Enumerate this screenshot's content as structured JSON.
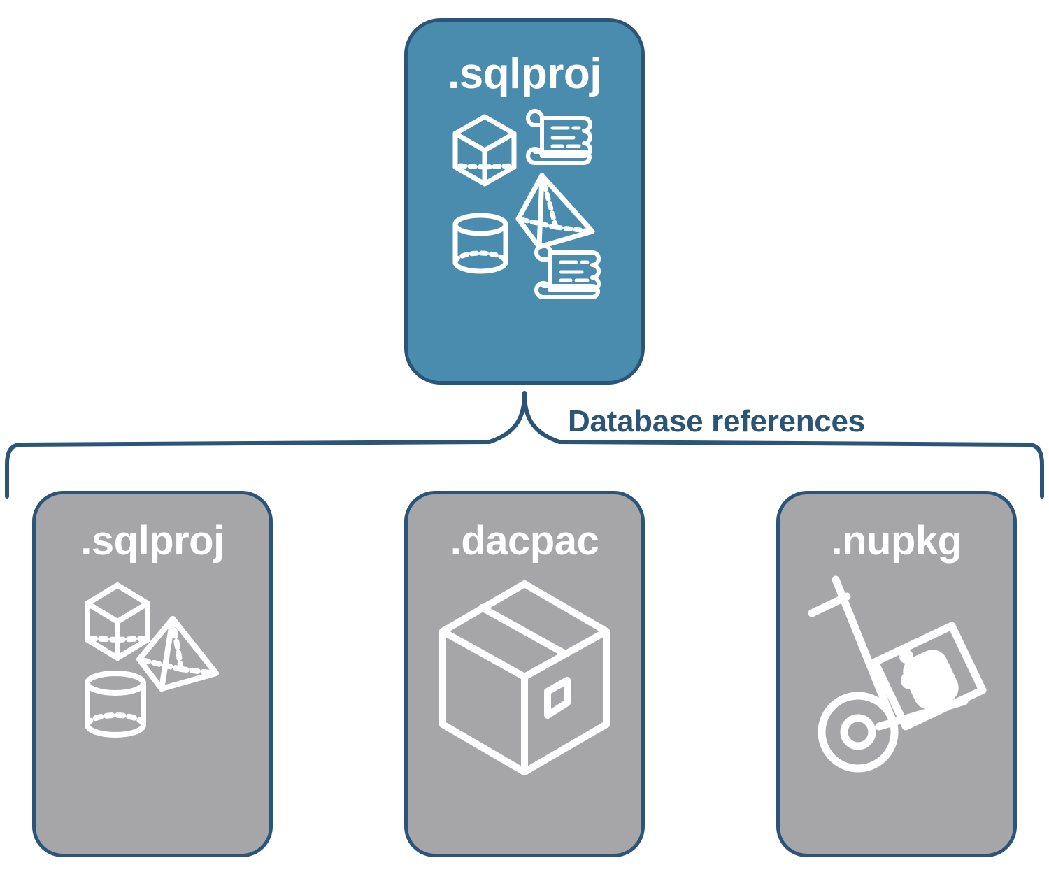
{
  "diagram": {
    "title": "Database references",
    "colors": {
      "parent_fill": "#4a8cae",
      "child_fill": "#a6a6a8",
      "border": "#2b5479",
      "label_text": "#2b5479",
      "icon_stroke": "#ffffff",
      "background": "#ffffff"
    },
    "parent": {
      "label": ".sqlproj",
      "icon_names": [
        "cube-wireframe-icon",
        "pyramid-wireframe-icon",
        "cylinder-wireframe-icon",
        "scroll-script-icon",
        "scroll-script-icon"
      ]
    },
    "connector": {
      "kind": "curly-brace",
      "label": "Database references"
    },
    "children": [
      {
        "label": ".sqlproj",
        "icon_names": [
          "cube-wireframe-icon",
          "pyramid-wireframe-icon",
          "cylinder-wireframe-icon"
        ]
      },
      {
        "label": ".dacpac",
        "icon_names": [
          "shipping-box-icon"
        ]
      },
      {
        "label": ".nupkg",
        "icon_names": [
          "hand-truck-package-icon"
        ]
      }
    ]
  }
}
